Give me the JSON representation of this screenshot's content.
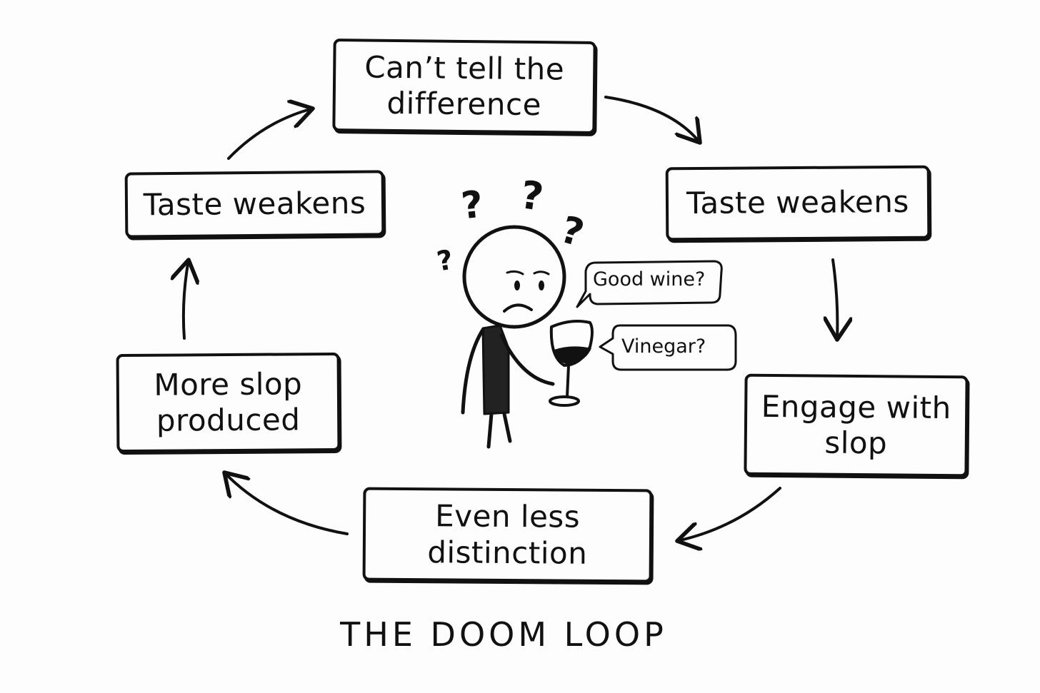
{
  "diagram": {
    "title": "THE DOOM LOOP",
    "nodes": [
      {
        "id": "top",
        "label": "Can’t tell the difference"
      },
      {
        "id": "right",
        "label": "Taste weakens"
      },
      {
        "id": "engage",
        "label": "Engage with slop"
      },
      {
        "id": "bottom",
        "label": "Even less distinction"
      },
      {
        "id": "more",
        "label": "More slop produced"
      },
      {
        "id": "left",
        "label": "Taste weakens"
      }
    ],
    "cycle": [
      "top",
      "right",
      "engage",
      "bottom",
      "more",
      "left",
      "top"
    ],
    "figure": {
      "speech_1": "Good wine?",
      "speech_2": "Vinegar?",
      "question_mark": "?"
    }
  }
}
